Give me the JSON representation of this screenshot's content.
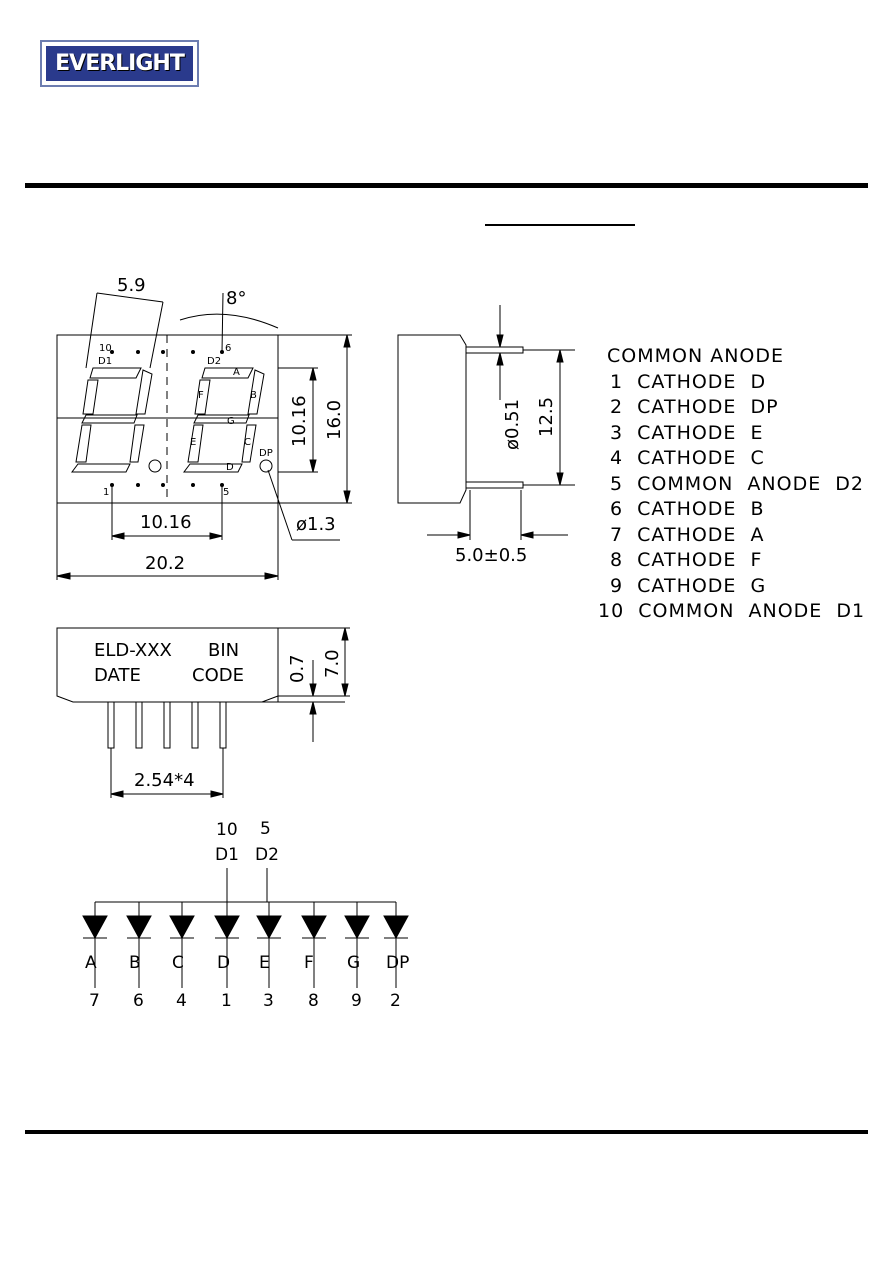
{
  "logo": {
    "text": "EVERLIGHT"
  },
  "front_view": {
    "dim_digit_width": "5.9",
    "dim_angle": "8°",
    "dim_digit_pitch": "10.16",
    "dim_total_width": "20.2",
    "dim_seg_height": "10.16",
    "dim_body_height": "16.0",
    "dim_dp_dia": "ø1.3",
    "labels": {
      "p10": "10",
      "d1": "D1",
      "p6": "6",
      "d2": "D2",
      "a": "A",
      "f": "F",
      "b": "B",
      "g": "G",
      "e": "E",
      "c": "C",
      "d": "D",
      "dp": "DP",
      "p1": "1",
      "p5": "5"
    }
  },
  "side_view": {
    "dim_pin_dia": "ø0.51",
    "dim_pin_len": "12.5",
    "dim_offset": "5.0±0.5"
  },
  "bottom_view": {
    "line1_left": "ELD-XXX",
    "line1_right": "BIN",
    "line2_left": "DATE",
    "line2_right": "CODE",
    "dim_standoff": "0.7",
    "dim_depth": "7.0",
    "dim_pin_pitch": "2.54*4"
  },
  "pin_table": {
    "header": "COMMON ANODE",
    "rows": [
      "1  CATHODE  D",
      "2  CATHODE  DP",
      "3  CATHODE  E",
      "4  CATHODE  C",
      "5  COMMON  ANODE  D2",
      "6  CATHODE  B",
      "7  CATHODE  A",
      "8  CATHODE  F",
      "9  CATHODE  G",
      "10  COMMON  ANODE  D1"
    ]
  },
  "schematic": {
    "anode_d1": {
      "pin": "10",
      "name": "D1"
    },
    "anode_d2": {
      "pin": "5",
      "name": "D2"
    },
    "segments": [
      "A",
      "B",
      "C",
      "D",
      "E",
      "F",
      "G",
      "DP"
    ],
    "pins": [
      "7",
      "6",
      "4",
      "1",
      "3",
      "8",
      "9",
      "2"
    ]
  }
}
